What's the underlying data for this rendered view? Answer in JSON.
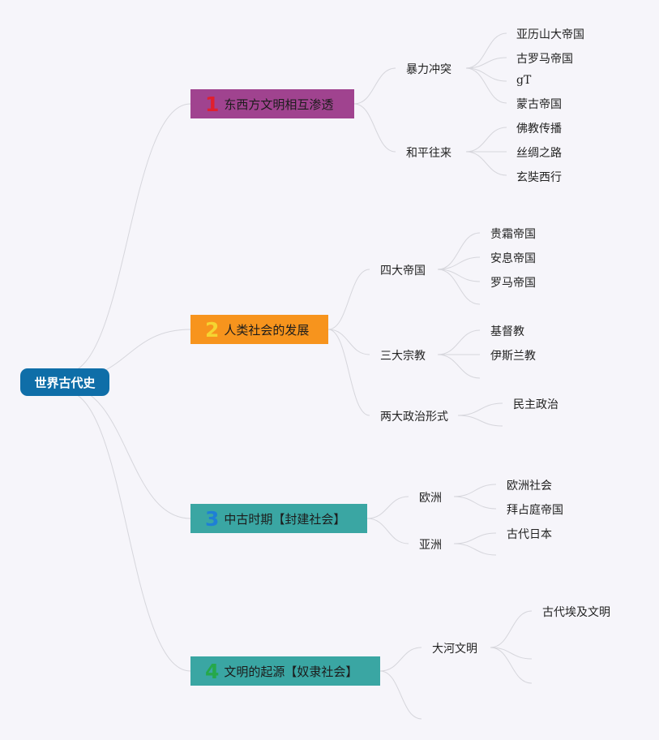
{
  "root": {
    "label": "世界古代史",
    "color": "#0f6ea8"
  },
  "branches": [
    {
      "num": "1",
      "num_color": "#e0202e",
      "label": "东西方文明相互渗透",
      "color": "#a0438f",
      "children": [
        {
          "label": "暴力冲突",
          "leaves": [
            "亚历山大帝国",
            "古罗马帝国",
            "gT",
            "蒙古帝国"
          ]
        },
        {
          "label": "和平往来",
          "leaves": [
            "佛教传播",
            "丝绸之路",
            "玄奘西行"
          ]
        }
      ]
    },
    {
      "num": "2",
      "num_color": "#f5d431",
      "label": "人类社会的发展",
      "color": "#f7941d",
      "children": [
        {
          "label": "四大帝国",
          "leaves": [
            "贵霜帝国",
            "安息帝国",
            "罗马帝国",
            ""
          ]
        },
        {
          "label": "三大宗教",
          "leaves": [
            "基督教",
            "伊斯兰教",
            ""
          ]
        },
        {
          "label": "两大政治形式",
          "leaves": [
            "民主政治",
            ""
          ]
        }
      ]
    },
    {
      "num": "3",
      "num_color": "#1e7fd6",
      "label": "中古时期【封建社会】",
      "color": "#3aa6a3",
      "children": [
        {
          "label": "欧洲",
          "leaves": [
            "欧洲社会",
            "拜占庭帝国"
          ]
        },
        {
          "label": "亚洲",
          "leaves": [
            "古代日本",
            ""
          ]
        }
      ]
    },
    {
      "num": "4",
      "num_color": "#25a84a",
      "label": "文明的起源【奴隶社会】",
      "color": "#3aa6a3",
      "children": [
        {
          "label": "大河文明",
          "leaves": [
            "古代埃及文明",
            "",
            ""
          ]
        },
        {
          "label": "",
          "leaves": []
        }
      ]
    }
  ]
}
